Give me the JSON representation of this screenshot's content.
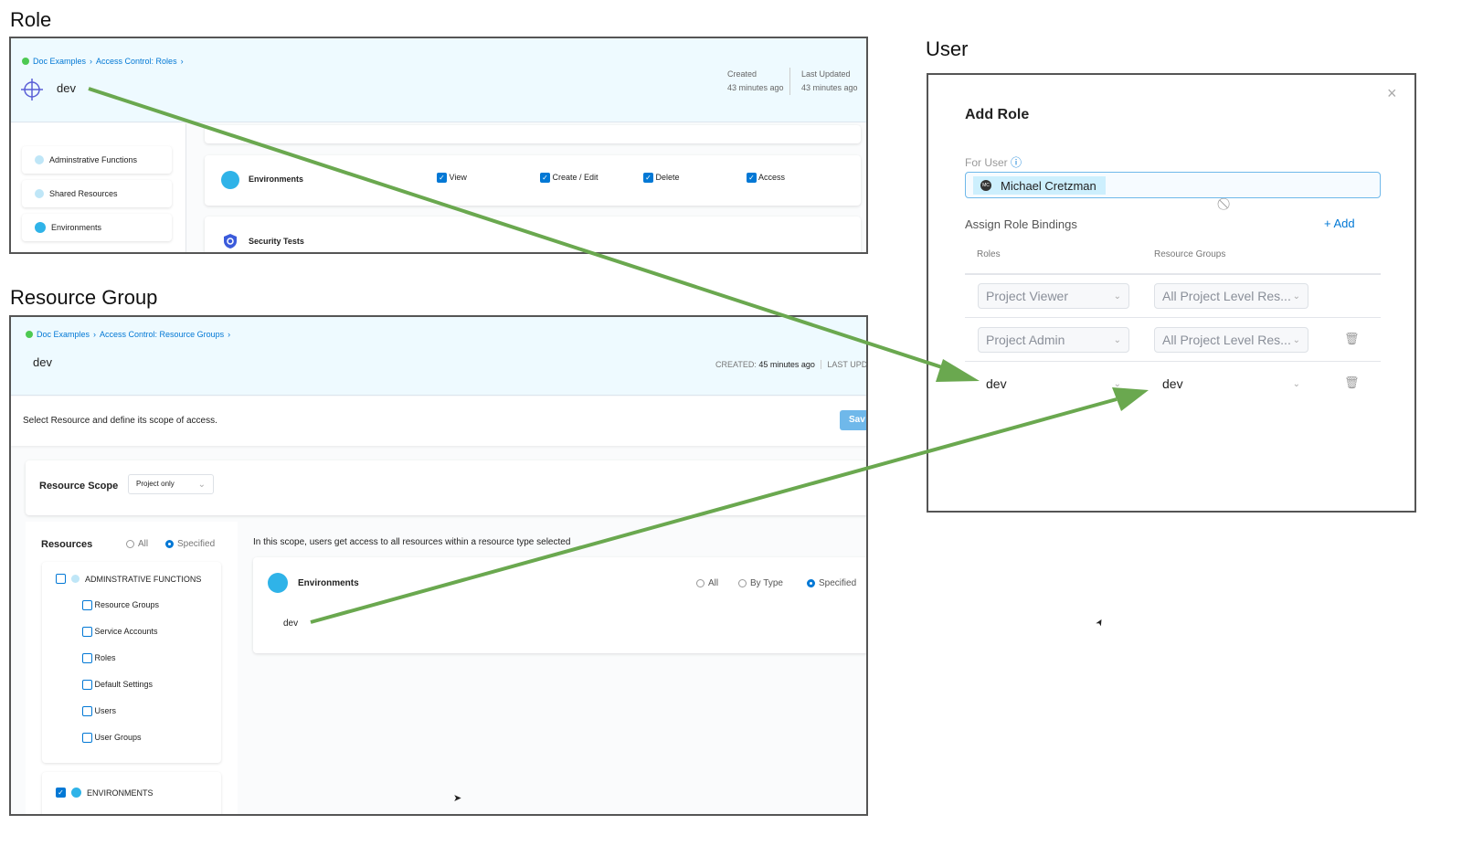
{
  "sections": {
    "role": "Role",
    "resource_group": "Resource Group",
    "user": "User"
  },
  "role_panel": {
    "breadcrumb": [
      "Doc Examples",
      "Access Control: Roles"
    ],
    "name": "dev",
    "created_label": "Created",
    "created_value": "43 minutes ago",
    "updated_label": "Last Updated",
    "updated_value": "43 minutes ago",
    "sidebar": [
      "Adminstrative Functions",
      "Shared Resources",
      "Environments"
    ],
    "environments": {
      "label": "Environments",
      "permissions": [
        "View",
        "Create / Edit",
        "Delete",
        "Access"
      ]
    },
    "security_tests": "Security Tests"
  },
  "rg_panel": {
    "breadcrumb": [
      "Doc Examples",
      "Access Control: Resource Groups"
    ],
    "name": "dev",
    "created_label": "CREATED:",
    "created_value": "45 minutes ago",
    "updated_label": "LAST UPD",
    "instruction": "Select Resource and define its scope of access.",
    "save_label": "Sav",
    "scope_label": "Resource Scope",
    "scope_value": "Project only",
    "resources_label": "Resources",
    "radio_all": "All",
    "radio_specified": "Specified",
    "admin_group": "ADMINSTRATIVE FUNCTIONS",
    "admin_items": [
      "Resource Groups",
      "Service Accounts",
      "Roles",
      "Default Settings",
      "Users",
      "User Groups"
    ],
    "env_group": "ENVIRONMENTS",
    "scope_note": "In this scope, users get access to all resources within a resource type selected",
    "env_card": {
      "label": "Environments",
      "options": [
        "All",
        "By Type",
        "Specified"
      ],
      "selected": "Specified",
      "item": "dev"
    }
  },
  "user_panel": {
    "title": "Add Role",
    "for_user_label": "For User",
    "user_chip": "Michael Cretzman",
    "user_initials": "MC",
    "bindings_label": "Assign Role Bindings",
    "add_label": "+ Add",
    "col_roles": "Roles",
    "col_rg": "Resource Groups",
    "rows": [
      {
        "role": "Project Viewer",
        "rg": "All Project Level Res..."
      },
      {
        "role": "Project Admin",
        "rg": "All Project Level Res..."
      },
      {
        "role": "dev",
        "rg": "dev"
      }
    ]
  },
  "colors": {
    "accent": "#0278d5",
    "arrow": "#6aa84f",
    "header_bg": "#eefaff"
  }
}
